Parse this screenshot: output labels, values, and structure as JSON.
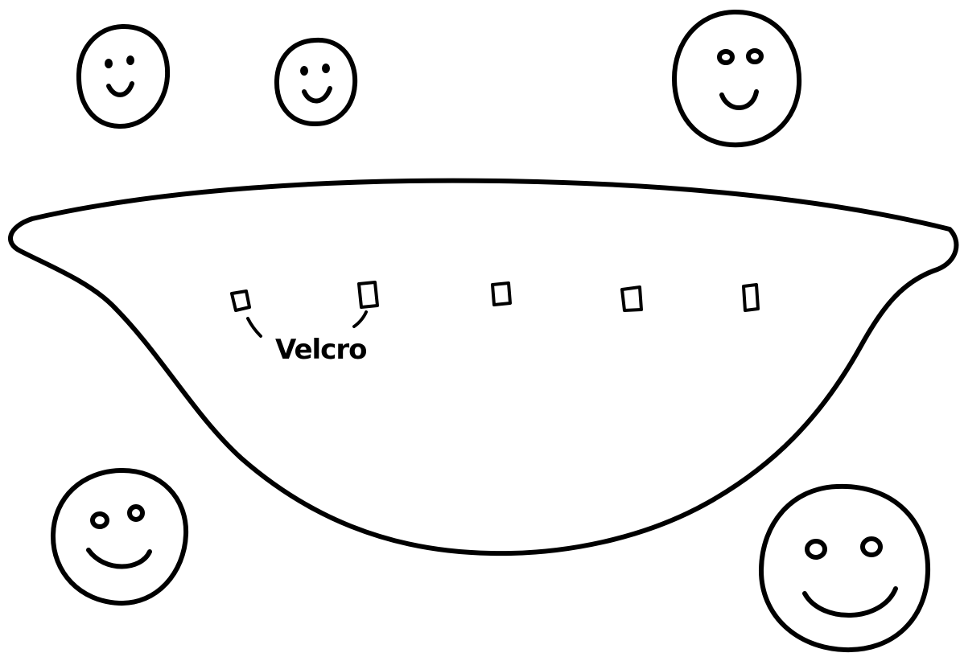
{
  "diagram": {
    "callout_label": "Velcro",
    "ink_color": "#000000",
    "background_color": "#ffffff",
    "faces": [
      {
        "name": "smiley-face-top-left",
        "eyes": "filled"
      },
      {
        "name": "smiley-face-top-middle",
        "eyes": "filled"
      },
      {
        "name": "smiley-face-top-right",
        "eyes": "open"
      },
      {
        "name": "smiley-face-bottom-left",
        "eyes": "open"
      },
      {
        "name": "smiley-face-bottom-right",
        "eyes": "open"
      }
    ],
    "velcro_patch_count": 5
  }
}
